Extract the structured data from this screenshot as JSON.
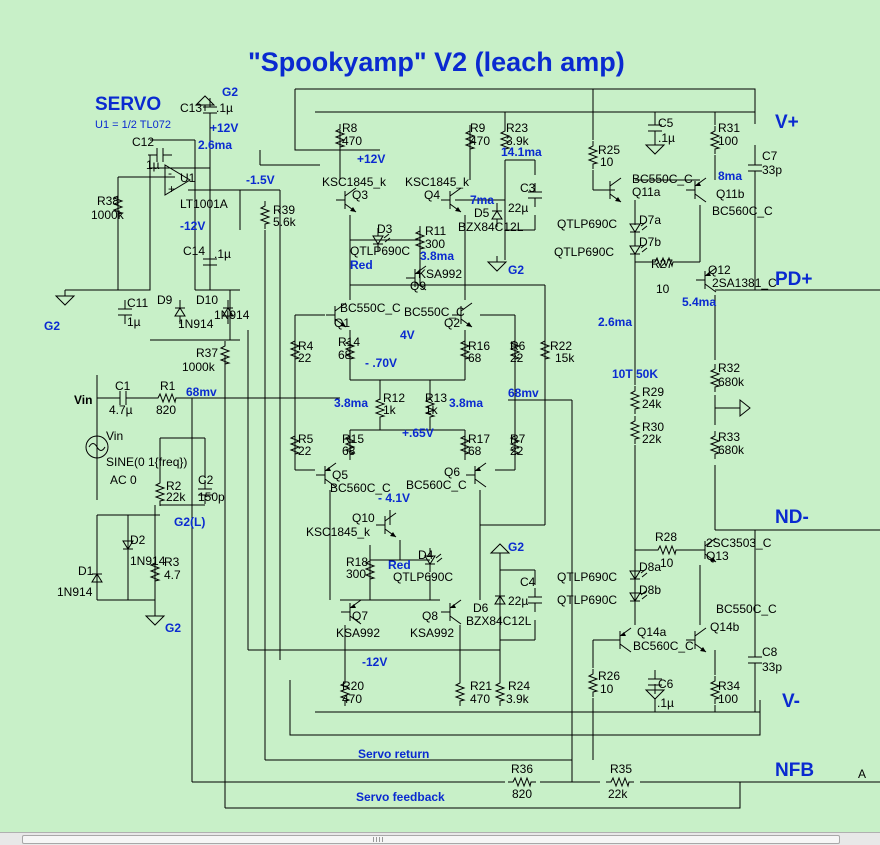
{
  "title": "\"Spookyamp\" V2 (leach amp)",
  "servo": {
    "heading": "SERVO",
    "subtitle": "U1 = 1/2 TL072",
    "opamp": "U1",
    "opamp_model": "LT1001A"
  },
  "rails": {
    "vplus": "V+",
    "vminus": "V-",
    "pdplus": "PD+",
    "ndminus": "ND-",
    "nfb": "NFB",
    "a": "A"
  },
  "nets": {
    "servo_return": "Servo return",
    "servo_feedback": "Servo feedback",
    "g2": "G2",
    "g2l": "G2(L)",
    "vin": "Vin"
  },
  "source": {
    "name": "Vin",
    "line1": "SINE(0 1{freq})",
    "line2": "AC 0"
  },
  "annotations": [
    {
      "id": "a1",
      "text": "+12V"
    },
    {
      "id": "a2",
      "text": "2.6ma"
    },
    {
      "id": "a3",
      "text": "-1.5V"
    },
    {
      "id": "a4",
      "text": "-12V"
    },
    {
      "id": "a5",
      "text": "+12V"
    },
    {
      "id": "a6",
      "text": "14.1ma"
    },
    {
      "id": "a7",
      "text": "7ma"
    },
    {
      "id": "a8",
      "text": "3.8ma"
    },
    {
      "id": "a9",
      "text": "Red"
    },
    {
      "id": "a10",
      "text": "4V"
    },
    {
      "id": "a11",
      "text": "- .70V"
    },
    {
      "id": "a12",
      "text": "68mv"
    },
    {
      "id": "a13",
      "text": "3.8ma"
    },
    {
      "id": "a14",
      "text": "3.8ma"
    },
    {
      "id": "a15",
      "text": "+.65V"
    },
    {
      "id": "a16",
      "text": "68mv"
    },
    {
      "id": "a17",
      "text": "- 4.1V"
    },
    {
      "id": "a18",
      "text": "Red"
    },
    {
      "id": "a19",
      "text": "-12V"
    },
    {
      "id": "a20",
      "text": "8ma"
    },
    {
      "id": "a21",
      "text": "5.4ma"
    },
    {
      "id": "a22",
      "text": "2.6ma"
    },
    {
      "id": "a23",
      "text": "10T 50K"
    }
  ],
  "components": [
    {
      "id": "C13",
      "ref": "C13",
      "val": ".1µ"
    },
    {
      "id": "C12",
      "ref": "C12",
      "val": "1µ"
    },
    {
      "id": "R38",
      "ref": "R38",
      "val": "1000k"
    },
    {
      "id": "C14",
      "ref": "C14",
      "val": ".1µ"
    },
    {
      "id": "C11",
      "ref": "C11",
      "val": "1µ"
    },
    {
      "id": "D9",
      "ref": "D9",
      "val": "1N914"
    },
    {
      "id": "D10",
      "ref": "D10",
      "val": "1N914"
    },
    {
      "id": "R37",
      "ref": "R37",
      "val": "1000k"
    },
    {
      "id": "R39",
      "ref": "R39",
      "val": "5.6k"
    },
    {
      "id": "C1",
      "ref": "C1",
      "val": "4.7µ"
    },
    {
      "id": "R1",
      "ref": "R1",
      "val": "820"
    },
    {
      "id": "R2",
      "ref": "R2",
      "val": "22k"
    },
    {
      "id": "C2",
      "ref": "C2",
      "val": "150p"
    },
    {
      "id": "D2",
      "ref": "D2",
      "val": "1N914"
    },
    {
      "id": "D1",
      "ref": "D1",
      "val": "1N914"
    },
    {
      "id": "R3",
      "ref": "R3",
      "val": "4.7"
    },
    {
      "id": "R8",
      "ref": "R8",
      "val": "470"
    },
    {
      "id": "Q3",
      "ref": "Q3",
      "val": "KSC1845_k"
    },
    {
      "id": "D3",
      "ref": "D3",
      "val": "QTLP690C"
    },
    {
      "id": "R11",
      "ref": "R11",
      "val": "300"
    },
    {
      "id": "Q9",
      "ref": "Q9",
      "val": "KSA992"
    },
    {
      "id": "R9",
      "ref": "R9",
      "val": "470"
    },
    {
      "id": "Q4",
      "ref": "Q4",
      "val": "KSC1845_k"
    },
    {
      "id": "R23",
      "ref": "R23",
      "val": "3.9k"
    },
    {
      "id": "C3",
      "ref": "C3",
      "val": "22µ"
    },
    {
      "id": "D5",
      "ref": "D5",
      "val": "BZX84C12L"
    },
    {
      "id": "Q1",
      "ref": "Q1",
      "val": "BC550C_C"
    },
    {
      "id": "Q2",
      "ref": "Q2",
      "val": "BC550C_C"
    },
    {
      "id": "R4",
      "ref": "R4",
      "val": "22"
    },
    {
      "id": "R14",
      "ref": "R14",
      "val": "68"
    },
    {
      "id": "R16",
      "ref": "R16",
      "val": "68"
    },
    {
      "id": "R6",
      "ref": "R6",
      "val": "22"
    },
    {
      "id": "R22",
      "ref": "R22",
      "val": "15k"
    },
    {
      "id": "R12",
      "ref": "R12",
      "val": "1k"
    },
    {
      "id": "R13",
      "ref": "R13",
      "val": "1k"
    },
    {
      "id": "R5",
      "ref": "R5",
      "val": "22"
    },
    {
      "id": "R15",
      "ref": "R15",
      "val": "68"
    },
    {
      "id": "R17",
      "ref": "R17",
      "val": "68"
    },
    {
      "id": "R7",
      "ref": "R7",
      "val": "22"
    },
    {
      "id": "Q5",
      "ref": "Q5",
      "val": "BC560C_C"
    },
    {
      "id": "Q6",
      "ref": "Q6",
      "val": "BC560C_C"
    },
    {
      "id": "Q10",
      "ref": "Q10",
      "val": "KSC1845_k"
    },
    {
      "id": "R18",
      "ref": "R18",
      "val": "300"
    },
    {
      "id": "D4",
      "ref": "D4",
      "val": "QTLP690C"
    },
    {
      "id": "C4",
      "ref": "C4",
      "val": "22µ"
    },
    {
      "id": "D6",
      "ref": "D6",
      "val": "BZX84C12L"
    },
    {
      "id": "Q7",
      "ref": "Q7",
      "val": "KSA992"
    },
    {
      "id": "Q8",
      "ref": "Q8",
      "val": "KSA992"
    },
    {
      "id": "R20",
      "ref": "R20",
      "val": "470"
    },
    {
      "id": "R21",
      "ref": "R21",
      "val": "470"
    },
    {
      "id": "R24",
      "ref": "R24",
      "val": "3.9k"
    },
    {
      "id": "R36",
      "ref": "R36",
      "val": "820"
    },
    {
      "id": "R35",
      "ref": "R35",
      "val": "22k"
    },
    {
      "id": "R25",
      "ref": "R25",
      "val": "10"
    },
    {
      "id": "C5",
      "ref": "C5",
      "val": ".1µ"
    },
    {
      "id": "R31",
      "ref": "R31",
      "val": "100"
    },
    {
      "id": "C7",
      "ref": "C7",
      "val": "33p"
    },
    {
      "id": "Q11a",
      "ref": "Q11a",
      "val": "BC550C_C"
    },
    {
      "id": "Q11b",
      "ref": "Q11b",
      "val": "BC560C_C"
    },
    {
      "id": "D7a",
      "ref": "D7a",
      "val": "QTLP690C"
    },
    {
      "id": "D7b",
      "ref": "D7b",
      "val": "QTLP690C"
    },
    {
      "id": "R27",
      "ref": "R27",
      "val": "10"
    },
    {
      "id": "Q12",
      "ref": "Q12",
      "val": "2SA1381_C"
    },
    {
      "id": "R29",
      "ref": "R29",
      "val": "24k"
    },
    {
      "id": "R30",
      "ref": "R30",
      "val": "22k"
    },
    {
      "id": "R32",
      "ref": "R32",
      "val": "680k"
    },
    {
      "id": "R33",
      "ref": "R33",
      "val": "680k"
    },
    {
      "id": "R28",
      "ref": "R28",
      "val": "10"
    },
    {
      "id": "Q13",
      "ref": "Q13",
      "val": "2SC3503_C"
    },
    {
      "id": "D8a",
      "ref": "D8a",
      "val": "QTLP690C"
    },
    {
      "id": "D8b",
      "ref": "D8b",
      "val": "QTLP690C"
    },
    {
      "id": "Q14a",
      "ref": "Q14a",
      "val": "BC560C_C"
    },
    {
      "id": "Q14b",
      "ref": "Q14b",
      "val": "BC550C_C"
    },
    {
      "id": "C8",
      "ref": "C8",
      "val": "33p"
    },
    {
      "id": "R26",
      "ref": "R26",
      "val": "10"
    },
    {
      "id": "C6",
      "ref": "C6",
      "val": ".1µ"
    },
    {
      "id": "R34",
      "ref": "R34",
      "val": "100"
    }
  ]
}
